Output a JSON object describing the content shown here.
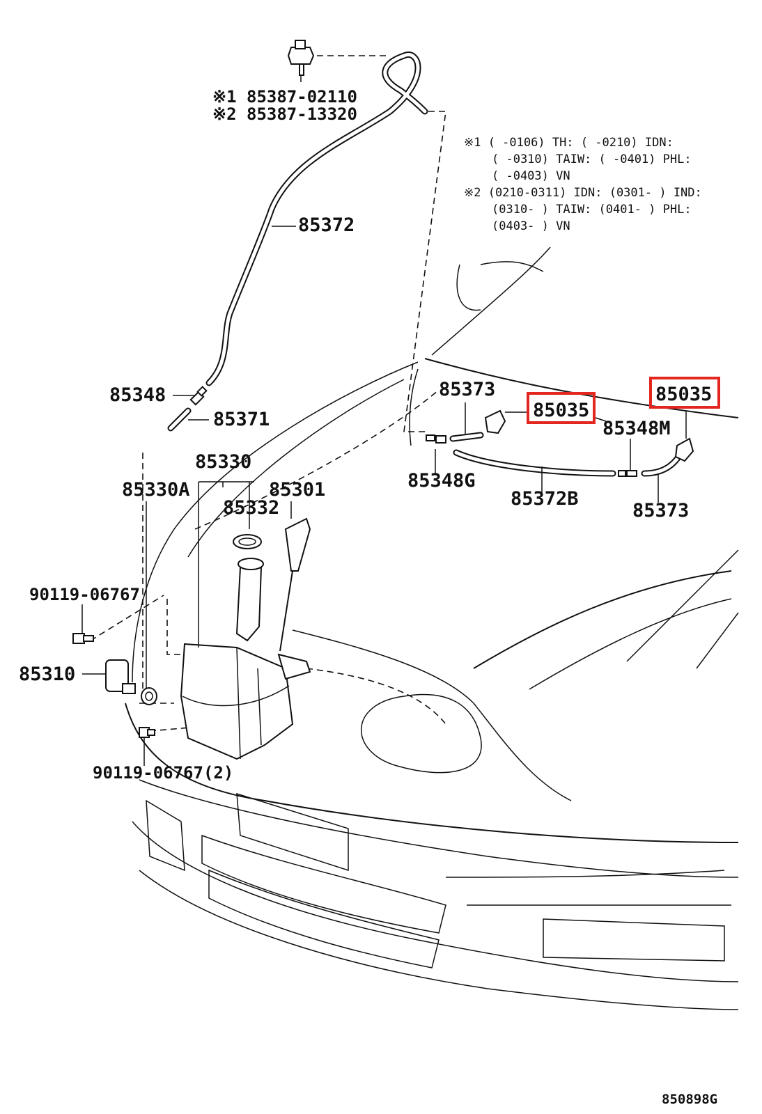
{
  "parts": {
    "p_85387_a": "※1 85387-02110",
    "p_85387_b": "※2 85387-13320",
    "p_85372": "85372",
    "p_85348": "85348",
    "p_85371": "85371",
    "p_85330": "85330",
    "p_85330a": "85330A",
    "p_85301": "85301",
    "p_85332": "85332",
    "p_90119_a": "90119-06767",
    "p_85310": "85310",
    "p_90119_b": "90119-06767(2)",
    "p_85373_a": "85373",
    "p_85035_a": "85035",
    "p_85035_b": "85035",
    "p_85348m": "85348M",
    "p_85348g": "85348G",
    "p_85372b": "85372B",
    "p_85373_b": "85373"
  },
  "notes": {
    "n1_l1": "※1 (     -0106) TH: (     -0210) IDN:",
    "n1_l2": "(     -0310) TAIW: (     -0401) PHL:",
    "n1_l3": "(     -0403) VN",
    "n2_l1": "※2 (0210-0311) IDN: (0301-     ) IND:",
    "n2_l2": "(0310-     ) TAIW: (0401-     ) PHL:",
    "n2_l3": "(0403-     ) VN"
  },
  "diagram_id": "850898G",
  "highlight_color": "#e3261f"
}
